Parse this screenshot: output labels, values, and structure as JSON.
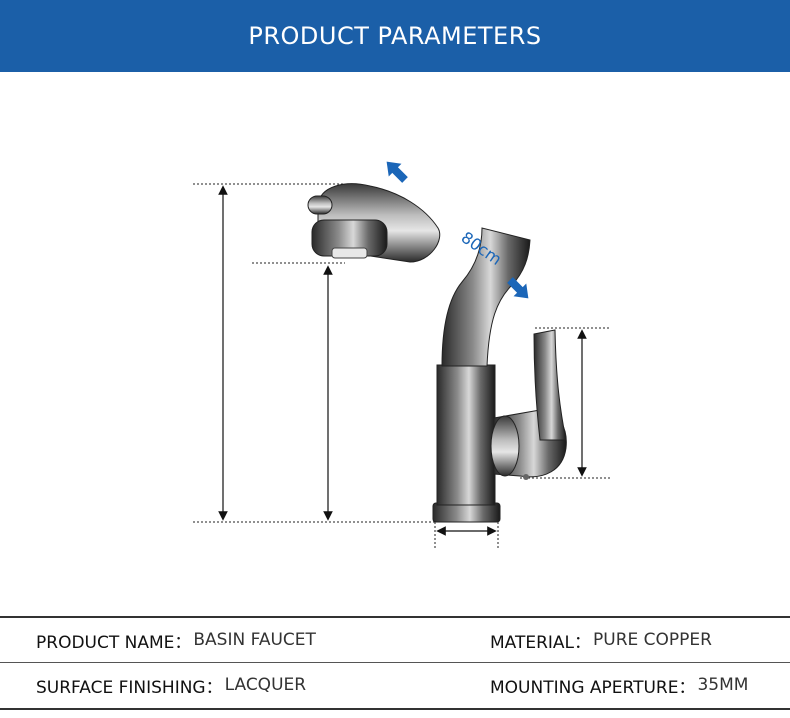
{
  "header": {
    "title": "PRODUCT PARAMETERS"
  },
  "diagram": {
    "rotation_label": "80cm",
    "arrow_color": "#1b66b8"
  },
  "specs": {
    "product_name": {
      "label": "PRODUCT NAME：",
      "value": "BASIN FAUCET"
    },
    "material": {
      "label": "MATERIAL：",
      "value": "PURE COPPER"
    },
    "surface_finishing": {
      "label": "SURFACE FINISHING：",
      "value": "LACQUER"
    },
    "mounting_aperture": {
      "label": "MOUNTING APERTURE：",
      "value": "35MM"
    }
  },
  "colors": {
    "header_bg": "#1b5fa8",
    "header_text": "#ffffff"
  }
}
